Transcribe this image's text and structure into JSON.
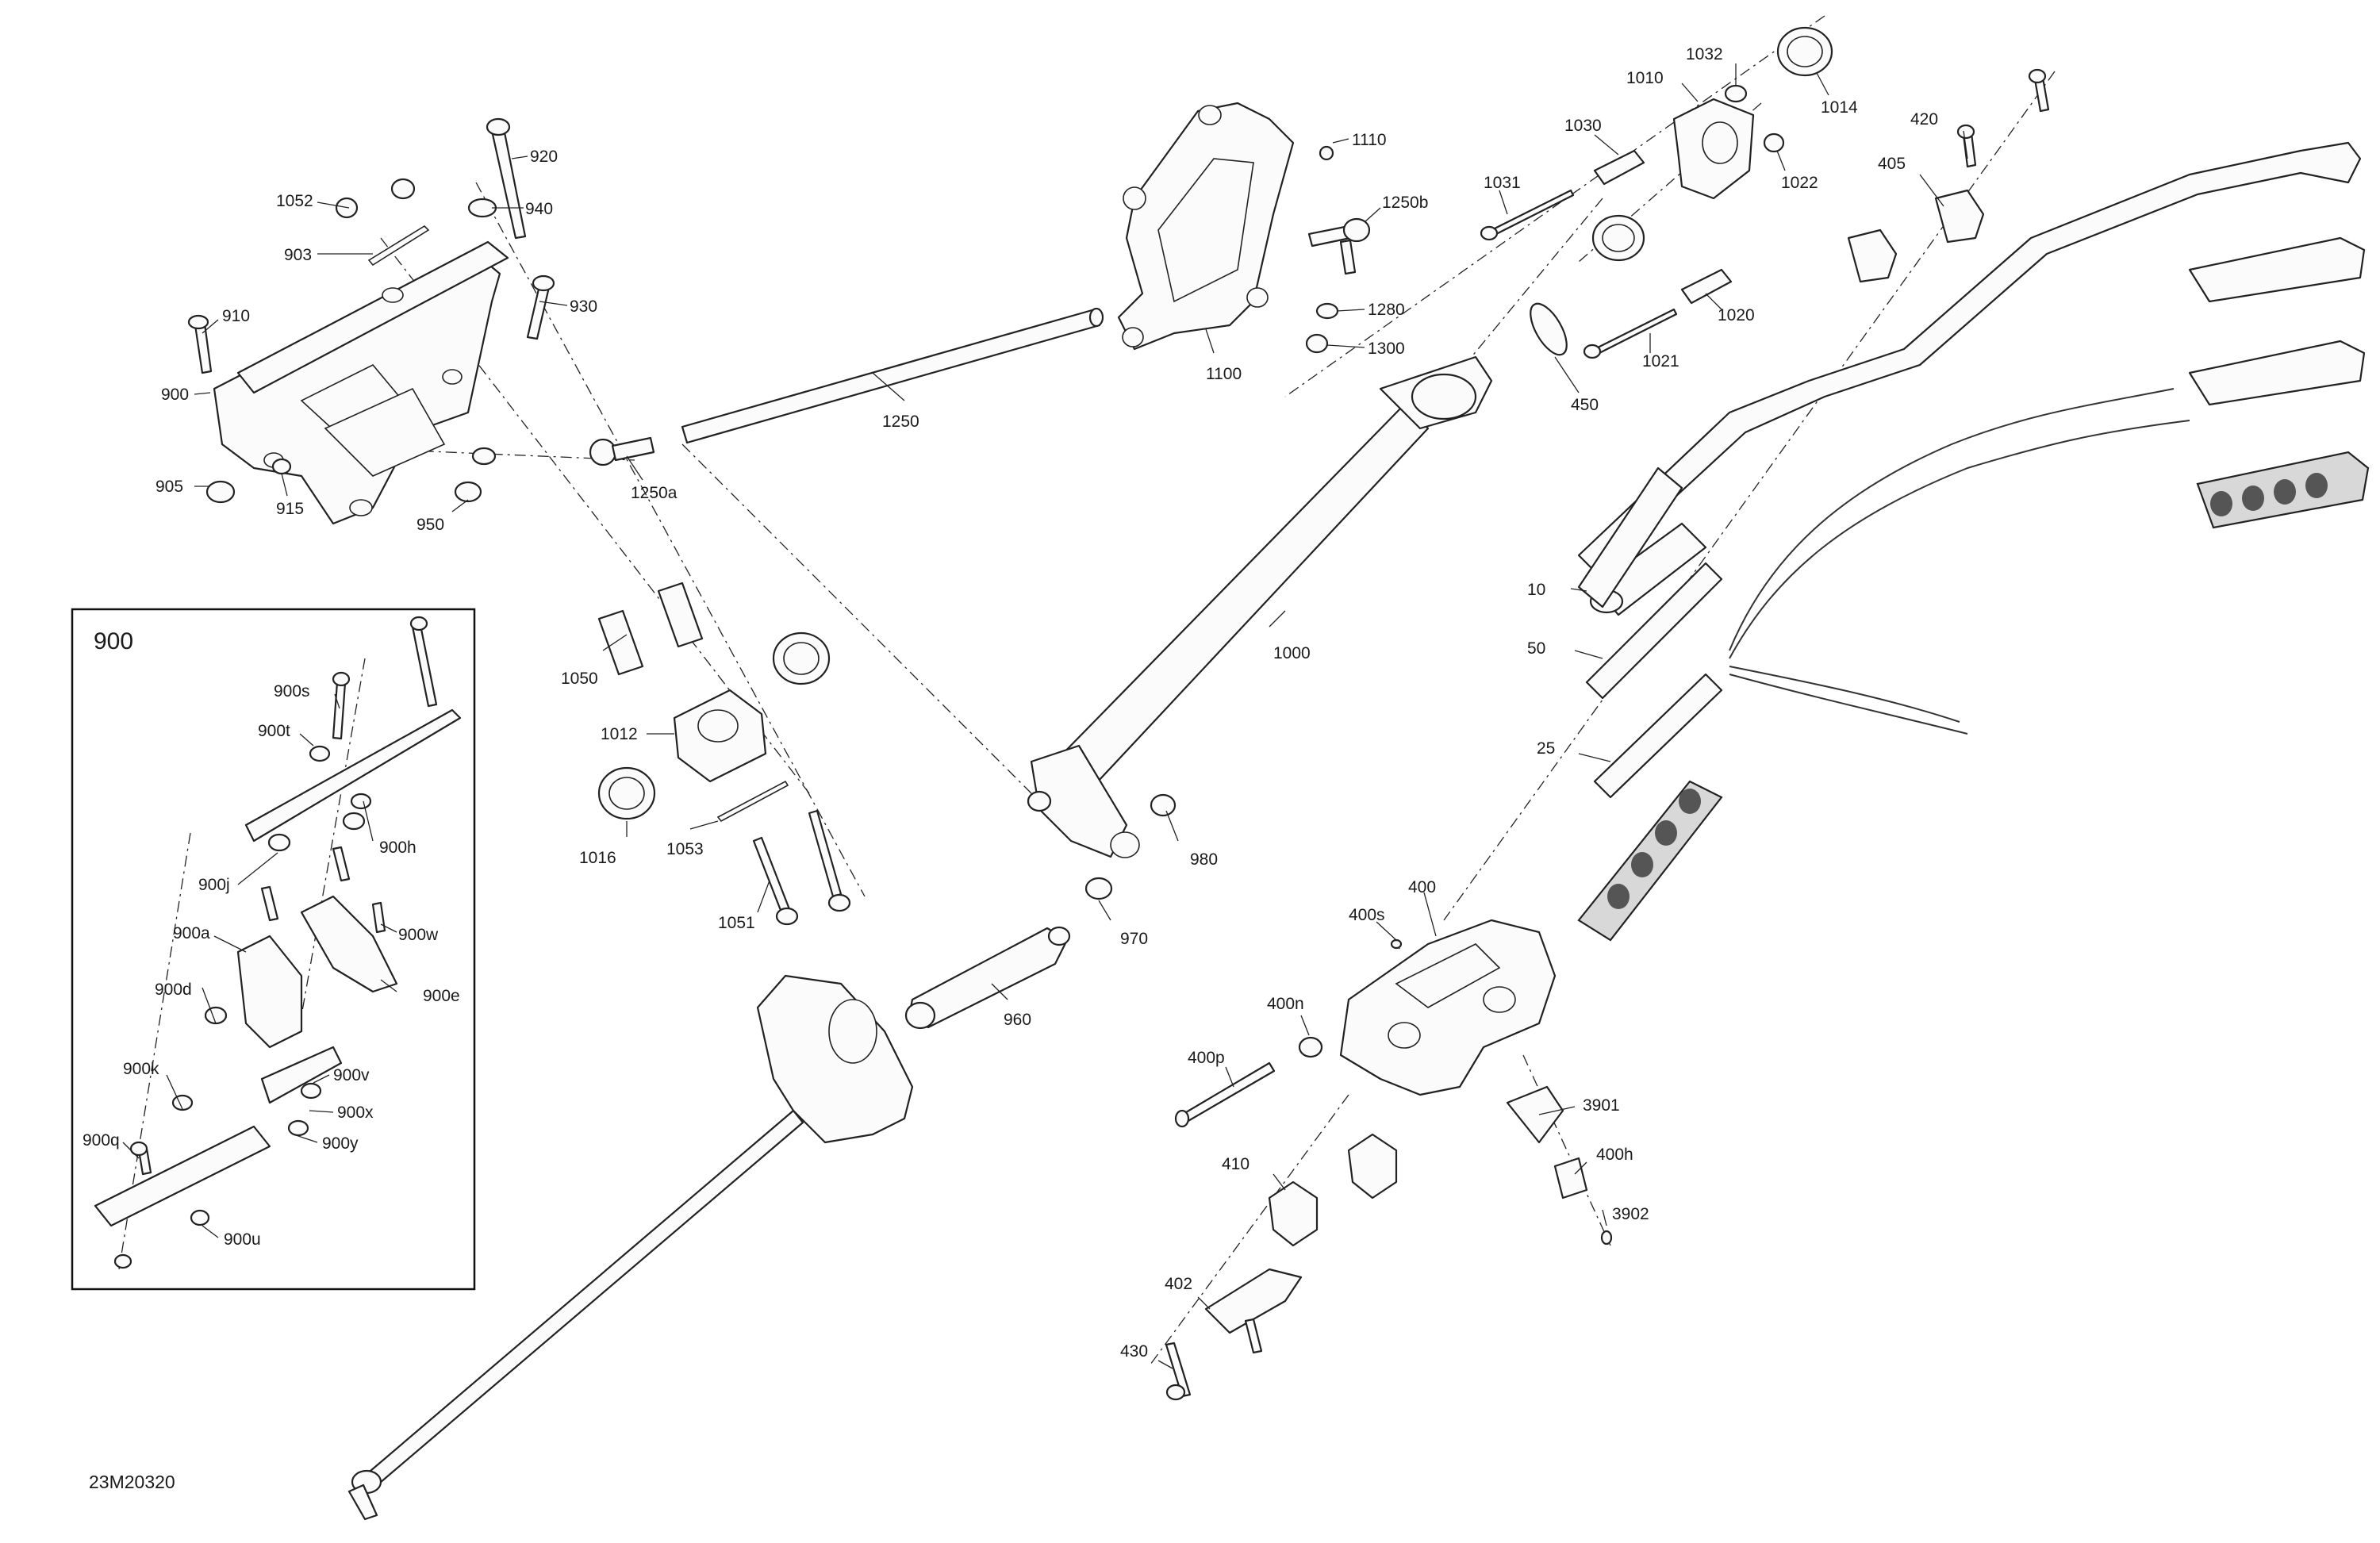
{
  "drawing_code": "23M20320",
  "inset": {
    "title": "900"
  },
  "callouts": {
    "c920": "920",
    "c940": "940",
    "c1052": "1052",
    "c903": "903",
    "c930": "930",
    "c910": "910",
    "c900": "900",
    "c905": "905",
    "c915": "915",
    "c950": "950",
    "c1250a": "1250a",
    "c1250": "1250",
    "c1110": "1110",
    "c1250b": "1250b",
    "c1280": "1280",
    "c1300": "1300",
    "c1100": "1100",
    "c1032": "1032",
    "c1010": "1010",
    "c1014": "1014",
    "c1030": "1030",
    "c1031": "1031",
    "c1022": "1022",
    "c1020": "1020",
    "c1021": "1021",
    "c450": "450",
    "c420": "420",
    "c405": "405",
    "c1000": "1000",
    "c10": "10",
    "c50": "50",
    "c25": "25",
    "c1050": "1050",
    "c1012": "1012",
    "c1016": "1016",
    "c1053": "1053",
    "c1051": "1051",
    "c980": "980",
    "c970": "970",
    "c960": "960",
    "c400": "400",
    "c400s": "400s",
    "c400n": "400n",
    "c400p": "400p",
    "c3901": "3901",
    "c400h": "400h",
    "c3902": "3902",
    "c410": "410",
    "c402": "402",
    "c430": "430",
    "c900s": "900s",
    "c900t": "900t",
    "c900h": "900h",
    "c900j": "900j",
    "c900a": "900a",
    "c900w": "900w",
    "c900d": "900d",
    "c900e": "900e",
    "c900k": "900k",
    "c900v": "900v",
    "c900x": "900x",
    "c900q": "900q",
    "c900y": "900y",
    "c900u": "900u"
  }
}
